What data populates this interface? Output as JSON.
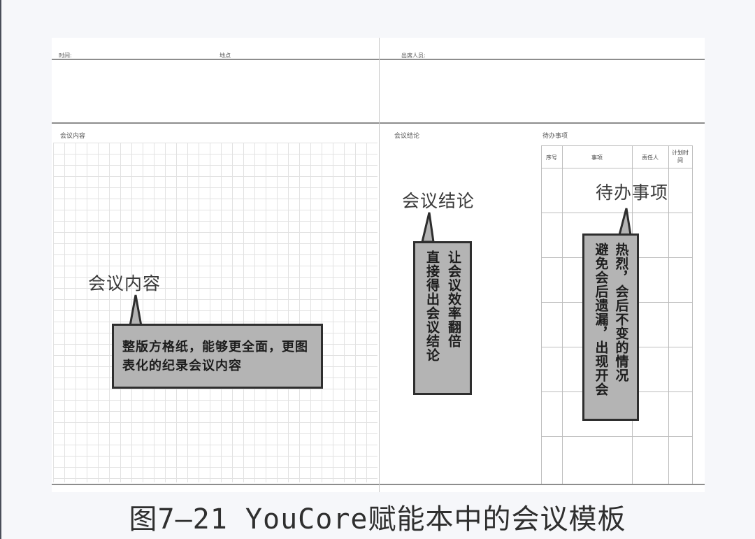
{
  "header": {
    "time_label": "时间:",
    "place_label": "地点",
    "attendees_label": "出席人员:"
  },
  "sections": {
    "content_label": "会议内容",
    "conclusion_label": "会议结论",
    "todo_label": "待办事项"
  },
  "todo_table": {
    "columns": [
      "序号",
      "事项",
      "责任人",
      "计划时间"
    ]
  },
  "callouts": {
    "content": {
      "title": "会议内容",
      "text": "整版方格纸，能够更全面，更图表化的纪录会议内容"
    },
    "conclusion": {
      "title": "会议结论",
      "col1": "让会议效率翻倍",
      "col2": "直接得出会议结论"
    },
    "todo": {
      "title": "待办事项",
      "col1": "热烈，会后不变的情况",
      "col2": "避免会后遗漏，出现开会"
    }
  },
  "caption": "图7–21 YouCore赋能本中的会议模板"
}
